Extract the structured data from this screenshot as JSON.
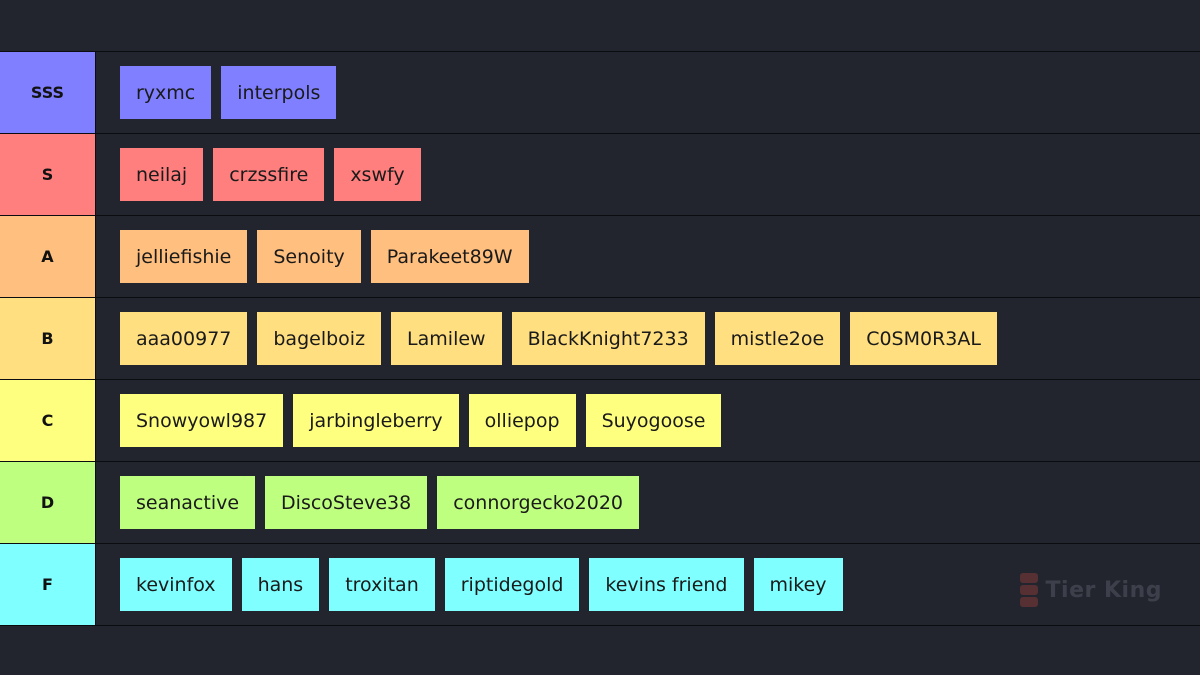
{
  "tiers": [
    {
      "label": "SSS",
      "color": "#7f7fff",
      "items": [
        "ryxmc",
        "interpols"
      ]
    },
    {
      "label": "S",
      "color": "#ff7f7f",
      "items": [
        "neilaj",
        "crzssfire",
        "xswfy"
      ]
    },
    {
      "label": "A",
      "color": "#ffbf7f",
      "items": [
        "jelliefishie",
        "Senoity",
        "Parakeet89W"
      ]
    },
    {
      "label": "B",
      "color": "#ffdf7f",
      "items": [
        "aaa00977",
        "bagelboiz",
        "Lamilew",
        "BlackKnight7233",
        "mistle2oe",
        "C0SM0R3AL"
      ]
    },
    {
      "label": "C",
      "color": "#ffff7f",
      "items": [
        "Snowyowl987",
        "jarbingleberry",
        "olliepop",
        "Suyogoose"
      ]
    },
    {
      "label": "D",
      "color": "#bfff7f",
      "items": [
        "seanactive",
        "DiscoSteve38",
        "connorgecko2020"
      ]
    },
    {
      "label": "F",
      "color": "#7fffff",
      "items": [
        "kevinfox",
        "hans",
        "troxitan",
        "riptidegold",
        "kevins friend",
        "mikey"
      ]
    }
  ],
  "watermark": {
    "text": "Tier King",
    "icon": "tier-king-logo-icon"
  }
}
